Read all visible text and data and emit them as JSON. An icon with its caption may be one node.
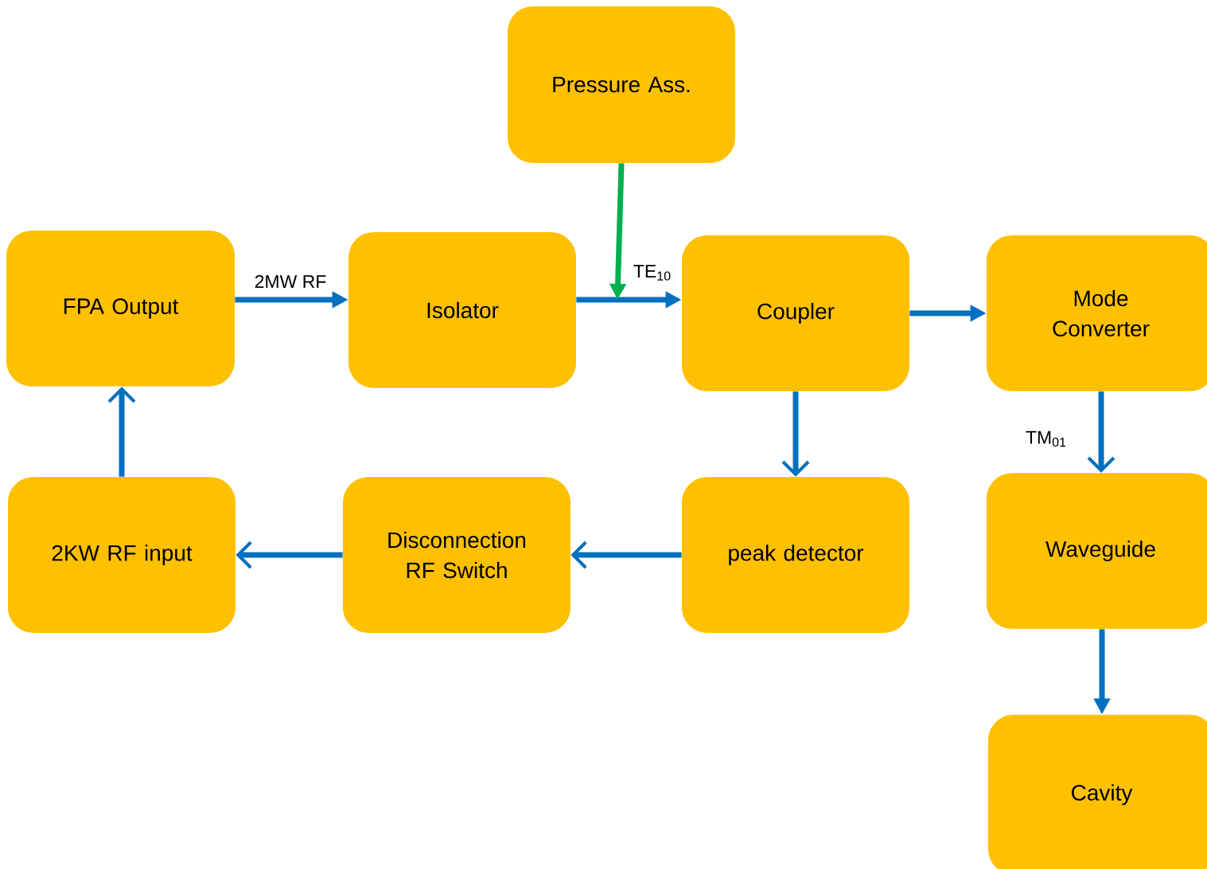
{
  "diagram": {
    "nodes": [
      {
        "text": [
          "Pressure Ass."
        ]
      },
      {
        "text": [
          "FPA Output"
        ]
      },
      {
        "text": [
          "Isolator"
        ]
      },
      {
        "text": [
          "Coupler"
        ]
      },
      {
        "text": [
          "Mode Converter"
        ]
      },
      {
        "text": [
          "2KW RF input"
        ]
      },
      {
        "text": [
          "Disconnection RF  Switch"
        ]
      },
      {
        "text": [
          "peak detector"
        ]
      },
      {
        "text": [
          "Waveguide"
        ]
      },
      {
        "text": [
          "Cavity"
        ]
      }
    ],
    "edges": [
      {
        "from": 1,
        "to": 2,
        "arrow": "to",
        "label": "2MW RF"
      },
      {
        "from": 2,
        "to": 3,
        "arrow": "to",
        "label": "TE$_{10}$"
      },
      {
        "from": 0,
        "to": null,
        "arrow": "to",
        "color": "#00b050"
      },
      {
        "from": 3,
        "to": 4,
        "arrow": "to"
      },
      {
        "from": 3,
        "to": 7,
        "arrow": "to"
      },
      {
        "from": 7,
        "to": 6,
        "arrow": "to"
      },
      {
        "from": 6,
        "to": 5,
        "arrow": "to"
      },
      {
        "from": 5,
        "to": 1,
        "arrow": "to"
      },
      {
        "from": 4,
        "to": 8,
        "arrow": "to",
        "label": "TM$_{01}$"
      },
      {
        "from": 8,
        "to": 9,
        "arrow": "to"
      }
    ]
  }
}
